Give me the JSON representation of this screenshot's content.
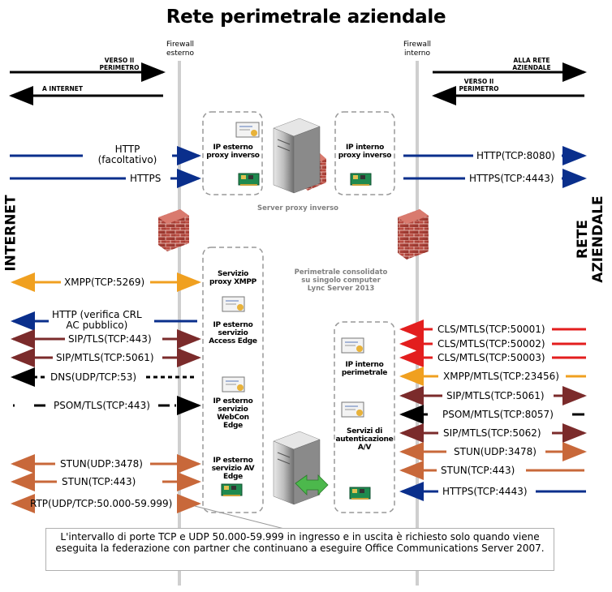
{
  "title": "Rete perimetrale aziendale",
  "firewall_external": "Firewall\nesterno",
  "firewall_internal": "Firewall\ninterno",
  "left_side_label": "INTERNET",
  "right_side_label": "RETE\nAZIENDALE",
  "top_left": {
    "to_perimeter": "VERSO Il\nPERIMETRO",
    "to_internet": "A INTERNET"
  },
  "top_right": {
    "to_corporate": "ALLA RETE\nAZIENDALE",
    "to_perimeter": "VERSO Il\nPERIMETRO"
  },
  "reverse_proxy": {
    "external_ip": "IP esterno\nproxy inverso",
    "internal_ip": "IP interno\nproxy inverso",
    "server_label": "Server proxy inverso"
  },
  "edge": {
    "consolidated_label": "Perimetrale consolidato\nsu singolo computer\nLync Server 2013",
    "xmpp_proxy": "Servizio\nproxy XMPP",
    "access_edge": "IP esterno\nservizio\nAccess Edge",
    "webconf_edge": "IP esterno\nservizio\nWebCon\nEdge",
    "av_edge": "IP esterno\nservizio AV\nEdge",
    "internal_ip": "IP interno\nperimetrale",
    "av_auth": "Servizi di\nautenticazione\nA/V"
  },
  "left_protocols": {
    "http": "HTTP\n(facoltativo)",
    "https": "HTTPS",
    "xmpp": "XMPP(TCP:5269)",
    "http_crl": "HTTP (verifica CRL\nAC pubblico)",
    "sip_tls": "SIP/TLS(TCP:443)",
    "sip_mtls": "SIP/MTLS(TCP:5061)",
    "dns": "DNS(UDP/TCP:53)",
    "psom": "PSOM/TLS(TCP:443)",
    "stun_udp": "STUN(UDP:3478)",
    "stun_tcp": "STUN(TCP:443)",
    "rtp": "RTP(UDP/TCP:50.000-59.999)"
  },
  "right_protocols": {
    "http": "HTTP(TCP:8080)",
    "https": "HTTPS(TCP:4443)",
    "cls1": "CLS/MTLS(TCP:50001)",
    "cls2": "CLS/MTLS(TCP:50002)",
    "cls3": "CLS/MTLS(TCP:50003)",
    "xmpp": "XMPP/MTLS(TCP:23456)",
    "sip_mtls": "SIP/MTLS(TCP:5061)",
    "psom": "PSOM/MTLS(TCP:8057)",
    "sip_mtls2": "SIP/MTLS(TCP:5062)",
    "stun_udp": "STUN(UDP:3478)",
    "stun_tcp": "STUN(TCP:443)",
    "https2": "HTTPS(TCP:4443)"
  },
  "note": "L'intervallo di porte TCP e UDP 50.000-59.999 in ingresso e in uscita è richiesto solo quando viene eseguita la federazione con partner che continuano a eseguire Office Communications Server 2007.",
  "colors": {
    "blue": "#0a2f8c",
    "dark_red": "#7b2b2b",
    "orange": "#f0a020",
    "bright_red": "#e31e1e",
    "copper": "#c8683a",
    "firewall_line": "#cfcfcf"
  }
}
